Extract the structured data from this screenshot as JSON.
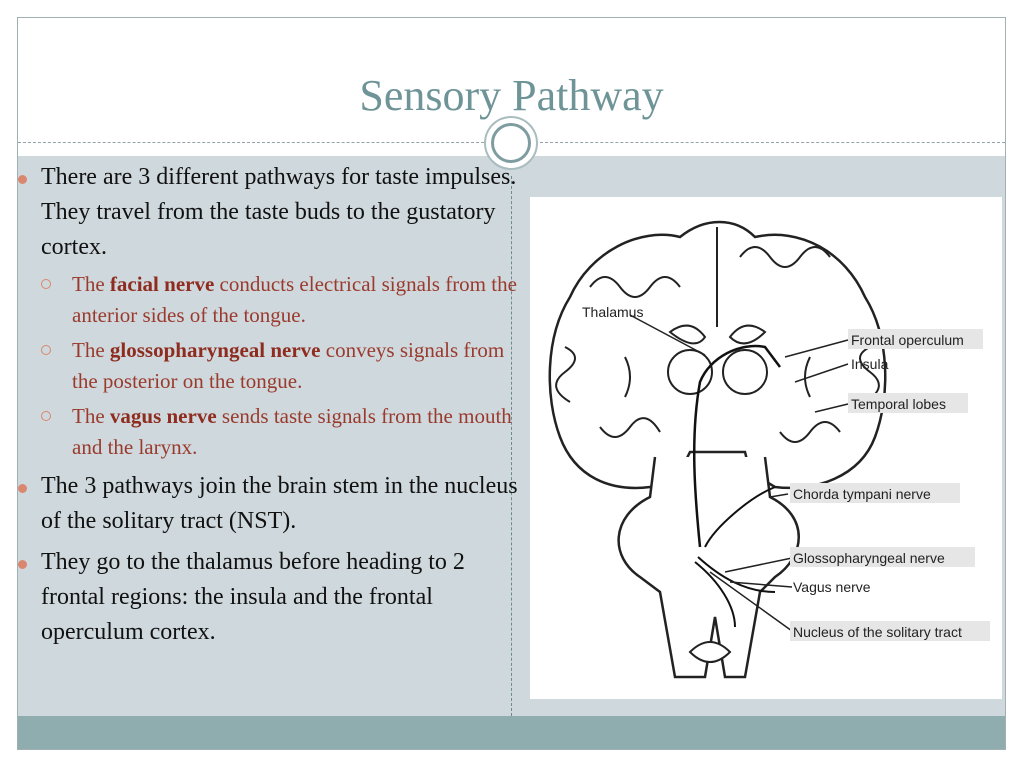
{
  "slide": {
    "title": "Sensory Pathway",
    "bullets": [
      {
        "text": "There are 3 different pathways for taste impulses. They travel from the taste buds to the gustatory cortex."
      },
      {
        "prefix": "The ",
        "bold": "facial nerve",
        "suffix": " conducts electrical signals from the anterior sides of the tongue."
      },
      {
        "prefix": "The ",
        "bold": "glossopharyngeal nerve",
        "suffix": " conveys signals from the posterior on the tongue."
      },
      {
        "prefix": "The ",
        "bold": "vagus nerve",
        "suffix": " sends taste signals from the mouth and the larynx."
      },
      {
        "text": "The 3 pathways join the brain stem in the nucleus of the solitary tract (NST)."
      },
      {
        "text": "They go to the thalamus before heading to 2 frontal regions: the insula and the frontal operculum cortex."
      }
    ]
  },
  "figure": {
    "labels": {
      "thalamus": "Thalamus",
      "frontal_operculum": "Frontal operculum",
      "insula": "Insula",
      "temporal_lobes": "Temporal lobes",
      "chorda_tympani": "Chorda tympani nerve",
      "glossopharyngeal": "Glossopharyngeal nerve",
      "vagus": "Vagus nerve",
      "nucleus": "Nucleus of the solitary tract"
    }
  },
  "colors": {
    "title": "#6f9497",
    "content_bg": "#cfd8dc",
    "footer_bg": "#8fadae",
    "accent_bullet": "#d9876e",
    "subtext": "#9a3a2d"
  }
}
